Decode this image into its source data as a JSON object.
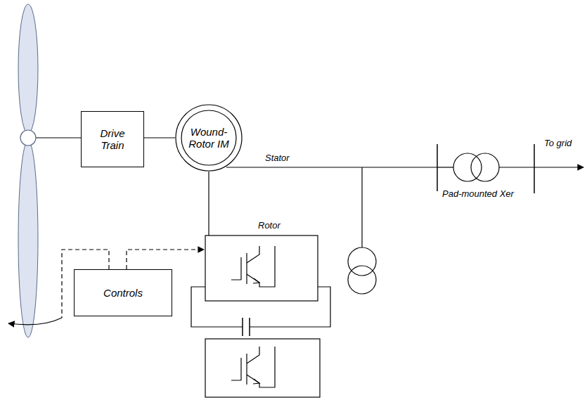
{
  "diagram": {
    "nodes": [
      {
        "text": [
          "Drive Train"
        ]
      },
      {
        "text": [
          "Wound-Rotor IM"
        ]
      },
      {
        "text": [
          "Controls"
        ]
      }
    ],
    "edges": [
      {
        "from": 0,
        "to": 1,
        "arrow": "none"
      }
    ],
    "labels": [
      "Stator",
      "Rotor",
      "Pad-mounted Xer",
      "To grid"
    ]
  }
}
